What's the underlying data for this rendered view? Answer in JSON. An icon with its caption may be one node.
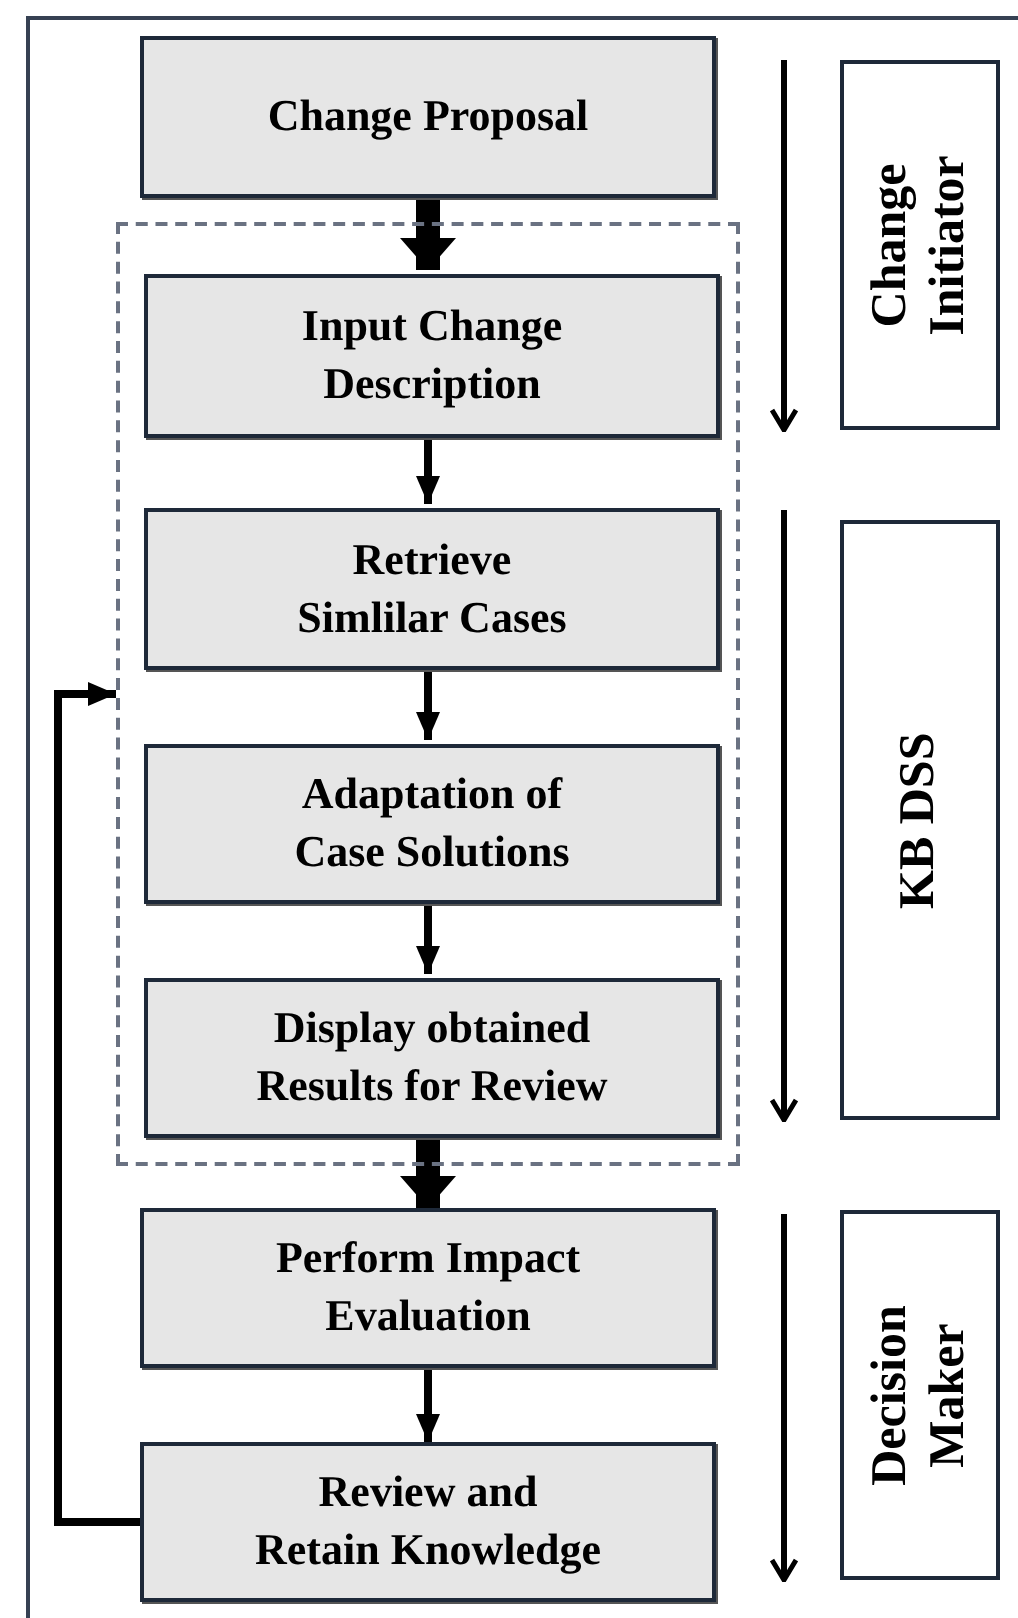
{
  "diagram": {
    "nodes": [
      {
        "text": [
          "Change Proposal"
        ]
      },
      {
        "text": [],
        "shape": "box"
      },
      {
        "text": [
          "Input Change Description"
        ],
        "in": 1
      },
      {
        "text": [
          "Retrieve Simlilar Cases"
        ],
        "in": 1
      },
      {
        "text": [
          "Adaptation of Case Solutions"
        ],
        "in": 1
      },
      {
        "text": [
          "Display obtained Results for Review"
        ],
        "in": 1
      },
      {
        "text": [
          "Perform Impact Evaluation"
        ]
      },
      {
        "text": [
          "Review and Retain Knowledge"
        ]
      },
      {
        "text": [
          "Change Initiator"
        ]
      },
      {
        "text": [
          "KB DSS"
        ]
      },
      {
        "text": [
          "Decision Maker"
        ]
      }
    ],
    "edges": [
      {
        "from": 0,
        "to": 2,
        "arrow": "to",
        "style": "thick"
      },
      {
        "from": 2,
        "to": 3,
        "arrow": "to"
      },
      {
        "from": 3,
        "to": 4,
        "arrow": "to"
      },
      {
        "from": 4,
        "to": 5,
        "arrow": "to"
      },
      {
        "from": 5,
        "to": 6,
        "arrow": "to",
        "style": "thick"
      },
      {
        "from": 6,
        "to": 7,
        "arrow": "to"
      },
      {
        "from": 7,
        "to": 1,
        "arrow": "to"
      }
    ]
  }
}
